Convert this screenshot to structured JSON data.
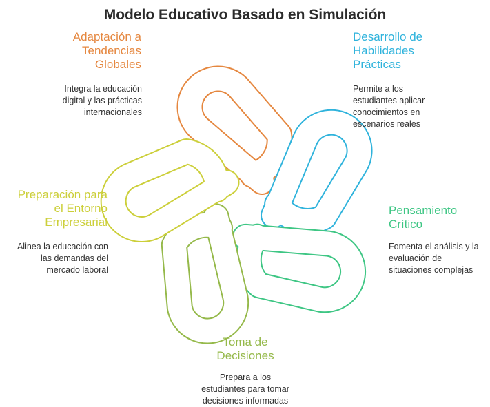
{
  "title": "Modelo Educativo Basado en Simulación",
  "colors": {
    "orange": "#e5873f",
    "blue": "#2fb3dc",
    "green": "#3ec684",
    "yellowgreen": "#cccf3a",
    "olive": "#95b94a"
  },
  "nodes": {
    "adaptacion": {
      "heading": "Adaptación a\nTendencias\nGlobales",
      "desc": "Integra la educación\ndigital y las prácticas\ninternacionales"
    },
    "desarrollo": {
      "heading": "Desarrollo de\nHabilidades\nPrácticas",
      "desc": "Permite a los\nestudiantes aplicar\nconocimientos en\nescenarios reales"
    },
    "pensamiento": {
      "heading": "Pensamiento\nCrítico",
      "desc": "Fomenta el análisis y la\nevaluación de\nsituaciones complejas"
    },
    "preparacion": {
      "heading": "Preparación para\nel Entorno\nEmpresarial",
      "desc": "Alinea la educación con\nlas demandas del\nmercado laboral"
    },
    "toma": {
      "heading": "Toma de\nDecisiones",
      "desc": "Prepara a los\nestudiantes para tomar\ndecisiones informadas"
    }
  }
}
